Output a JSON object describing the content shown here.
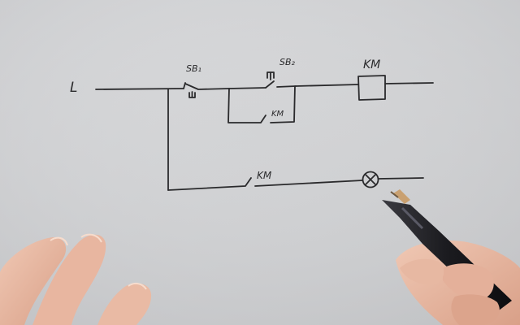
{
  "diagram": {
    "labels": {
      "line": "L",
      "sb1": "SB₁",
      "sb2": "SB₂",
      "km_coil": "KM",
      "km_hold_contact": "KM",
      "km_lamp_contact": "KM"
    },
    "colors": {
      "paper": "#d6d7d9",
      "ink": "#2a2a2c",
      "skin": "#e8b9a2",
      "pen_body": "#1e1e22",
      "pen_tip": "#c8a070"
    }
  }
}
